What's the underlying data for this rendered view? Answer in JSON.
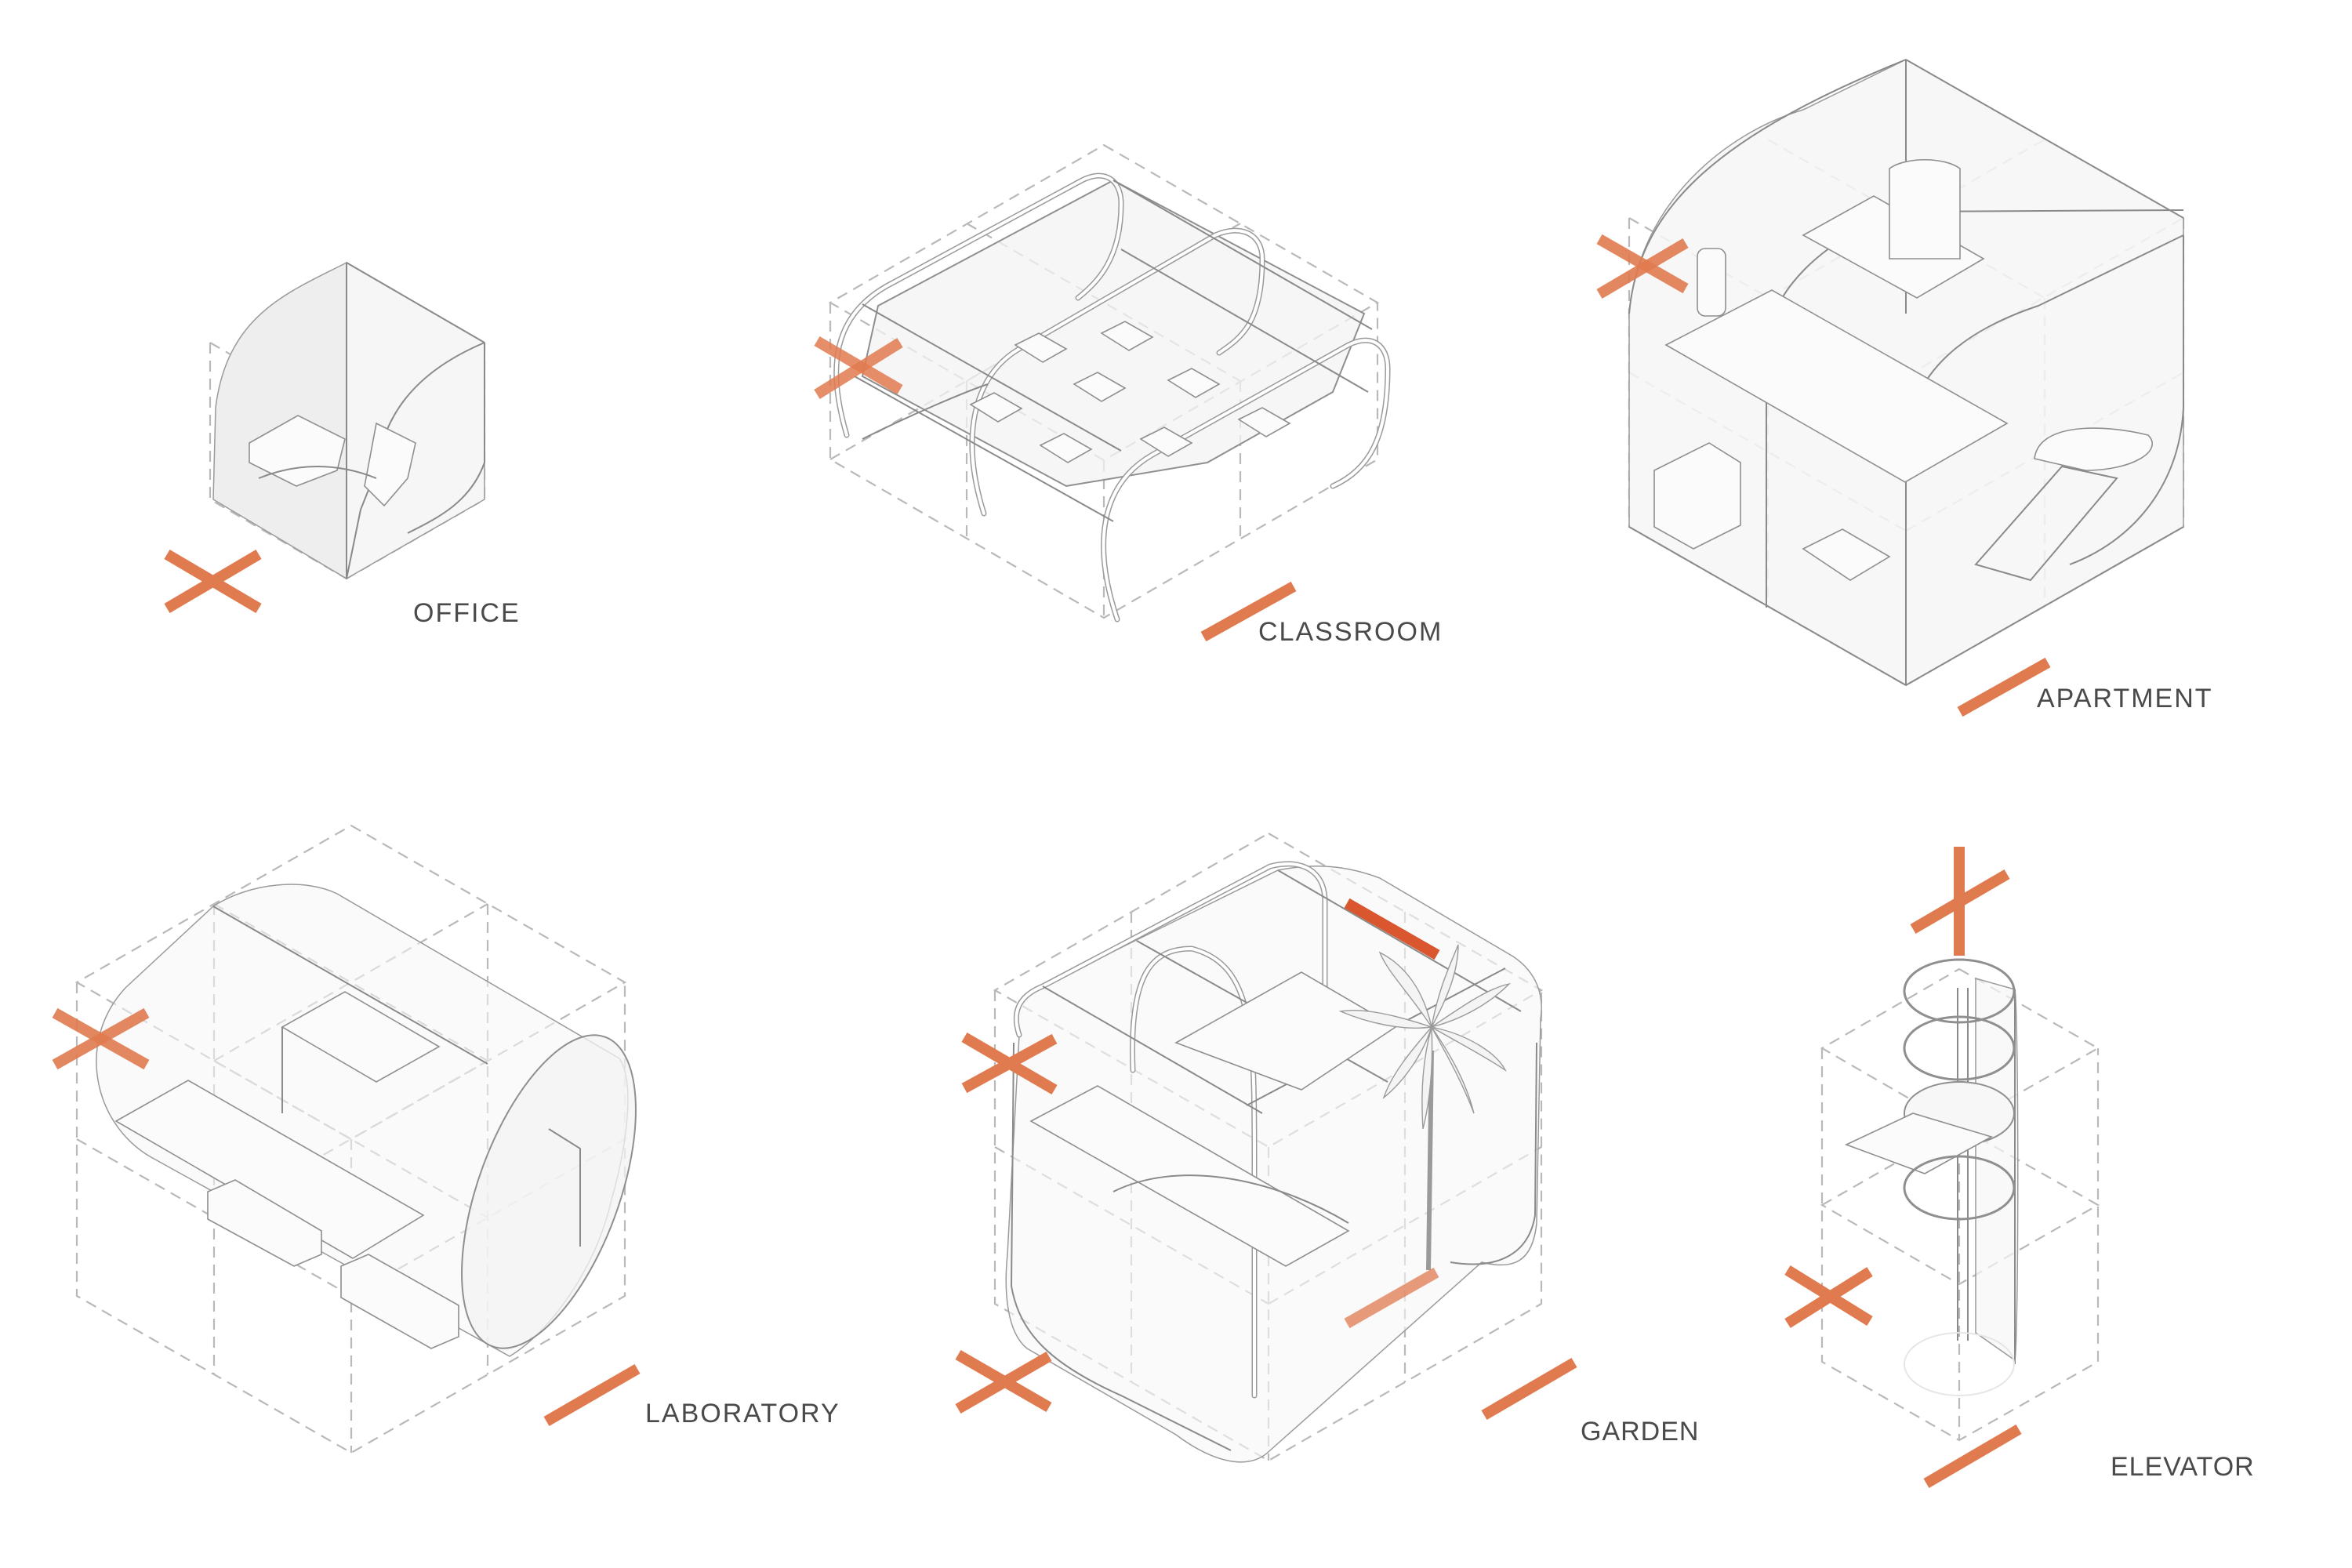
{
  "colors": {
    "marker": "#E07A4F",
    "dashed_grid": "#B9B9B9",
    "line": "#8A8A8A",
    "label_text": "#4A4A4A",
    "background": "#FFFFFF"
  },
  "modules": [
    {
      "id": "office",
      "label": "OFFICE",
      "grid_units": "1x1x1",
      "markers": [
        "x-cross-bottom-left"
      ]
    },
    {
      "id": "classroom",
      "label": "CLASSROOM",
      "grid_units": "2x2x1",
      "markers": [
        "x-cross-left",
        "slash-bottom-right"
      ]
    },
    {
      "id": "apartment",
      "label": "APARTMENT",
      "grid_units": "2x2x2",
      "markers": [
        "x-cross-left",
        "slash-bottom-right"
      ]
    },
    {
      "id": "laboratory",
      "label": "LABORATORY",
      "grid_units": "2x2x2",
      "markers": [
        "x-cross-left",
        "slash-bottom-right"
      ]
    },
    {
      "id": "garden",
      "label": "GARDEN",
      "grid_units": "2x2x2",
      "markers": [
        "x-cross-left-upper",
        "x-cross-left-lower",
        "slash-top-right",
        "slash-inside",
        "slash-bottom-right"
      ]
    },
    {
      "id": "elevator",
      "label": "ELEVATOR",
      "grid_units": "1x1x2",
      "markers": [
        "cross-top",
        "x-cross-left",
        "slash-bottom"
      ]
    }
  ],
  "labels": {
    "office": "OFFICE",
    "classroom": "CLASSROOM",
    "apartment": "APARTMENT",
    "laboratory": "LABORATORY",
    "garden": "GARDEN",
    "elevator": "ELEVATOR"
  }
}
